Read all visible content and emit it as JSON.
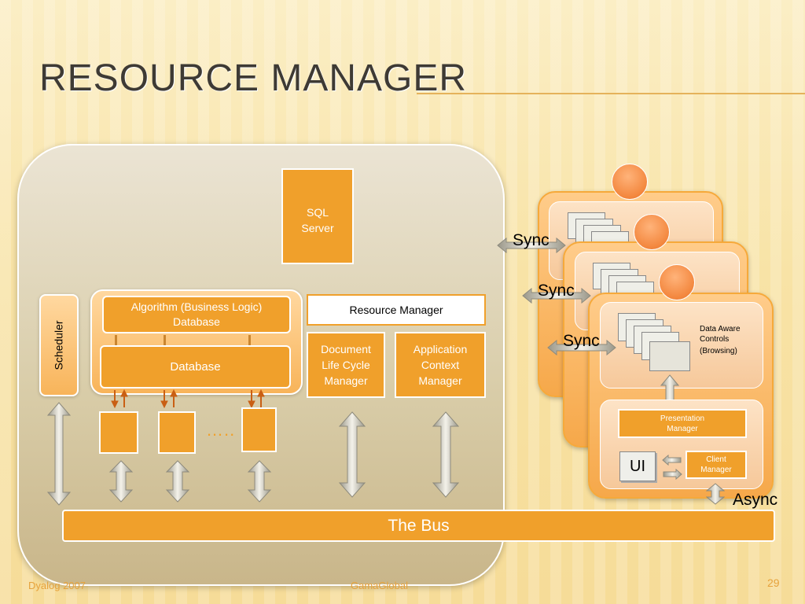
{
  "slide": {
    "title": "Resource Manager",
    "footer_left": "Dyalog 2007",
    "footer_center": "GamaGlobal",
    "page_number": "29"
  },
  "server": {
    "sql_server": [
      "SQL",
      "Server"
    ],
    "algorithm_db": [
      "Algorithm (Business Logic)",
      "Database"
    ],
    "database": "Database",
    "scheduler": "Scheduler",
    "resource_manager": "Resource Manager",
    "document_lcm": [
      "Document",
      "Life Cycle",
      "Manager"
    ],
    "app_context_mgr": [
      "Application",
      "Context",
      "Manager"
    ],
    "dots": "….."
  },
  "bus": {
    "label": "The Bus"
  },
  "clients": {
    "sync_label": "Sync",
    "async_label": "Async",
    "data_aware_controls": [
      "Data Aware",
      "Controls"
    ],
    "browsing": "(Browsing)",
    "presentation_manager": [
      "Presentation",
      "Manager"
    ],
    "ui": "UI",
    "client_manager": [
      "Client",
      "Manager"
    ]
  },
  "colors": {
    "accent_orange": "#f0a02b",
    "background": "#f8e3a6",
    "panel": "#d9cda9"
  }
}
